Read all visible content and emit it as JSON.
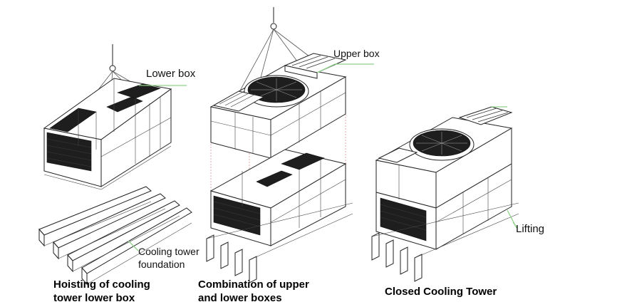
{
  "labels": {
    "lower_box": "Lower box",
    "upper_box": "Upper box",
    "foundation_line1": "Cooling tower",
    "foundation_line2": "foundation",
    "lifting": "Lifting"
  },
  "captions": {
    "step1_line1": "Hoisting of cooling",
    "step1_line2": "tower lower box",
    "step2_line1": "Combination of upper",
    "step2_line2": "and lower boxes",
    "step3": "Closed Cooling Tower"
  },
  "colors": {
    "leader": "#8fd18a",
    "guide": "#d46a6a",
    "line": "#222222"
  }
}
